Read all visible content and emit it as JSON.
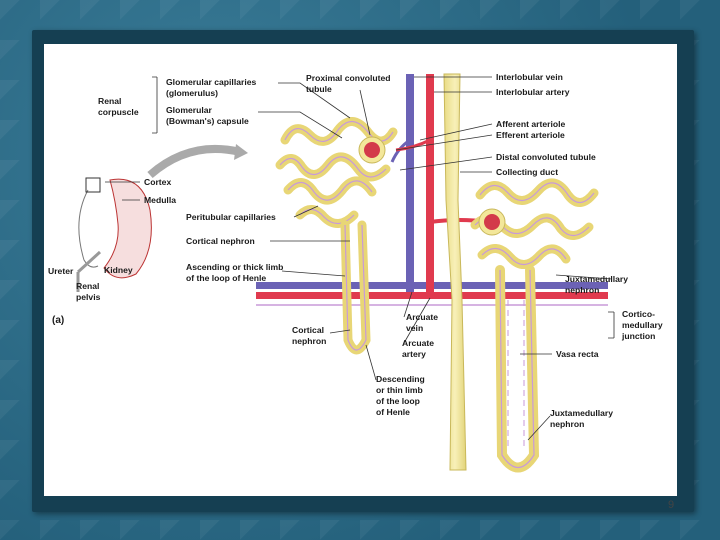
{
  "labels": {
    "renal_corpuscle": [
      "Renal",
      "corpuscle"
    ],
    "glomerular_capillaries": [
      "Glomerular capillaries",
      "(glomerulus)"
    ],
    "glomerular_capsule": [
      "Glomerular",
      "(Bowman's) capsule"
    ],
    "proximal_tubule": [
      "Proximal convoluted",
      "tubule"
    ],
    "interlobular_vein": "Interlobular vein",
    "interlobular_artery": "Interlobular artery",
    "afferent_arteriole": "Afferent arteriole",
    "efferent_arteriole": "Efferent arteriole",
    "distal_tubule": "Distal convoluted tubule",
    "collecting_duct": "Collecting duct",
    "cortex": "Cortex",
    "medulla": "Medulla",
    "peritubular_capillaries": "Peritubular capillaries",
    "cortical_nephron": "Cortical nephron",
    "ascending_limb": [
      "Ascending or thick limb",
      "of the loop of Henle"
    ],
    "ureter": "Ureter",
    "kidney": "Kidney",
    "renal_pelvis": [
      "Renal",
      "pelvis"
    ],
    "panel": "(a)",
    "cortical_nephron_2": [
      "Cortical",
      "nephron"
    ],
    "arcuate_vein": [
      "Arcuate",
      "vein"
    ],
    "arcuate_artery": [
      "Arcuate",
      "artery"
    ],
    "descending_limb": [
      "Descending",
      "or thin limb",
      "of the loop",
      "of Henle"
    ],
    "juxtamedullary_nephron": [
      "Juxtamedullary",
      "nephron"
    ],
    "corticomedullary_junction": [
      "Cortico-",
      "medullary",
      "junction"
    ],
    "vasa_recta": "Vasa recta",
    "juxtamedullary_nephron_2": [
      "Juxtamedullary",
      "nephron"
    ]
  },
  "page_number": "9",
  "colors": {
    "tubule": "#f3e79a",
    "tubule_edge": "#d8c86a",
    "artery": "#e03a4e",
    "vein": "#6b62b5",
    "capillary": "#c89ad8",
    "leader": "#333333"
  }
}
